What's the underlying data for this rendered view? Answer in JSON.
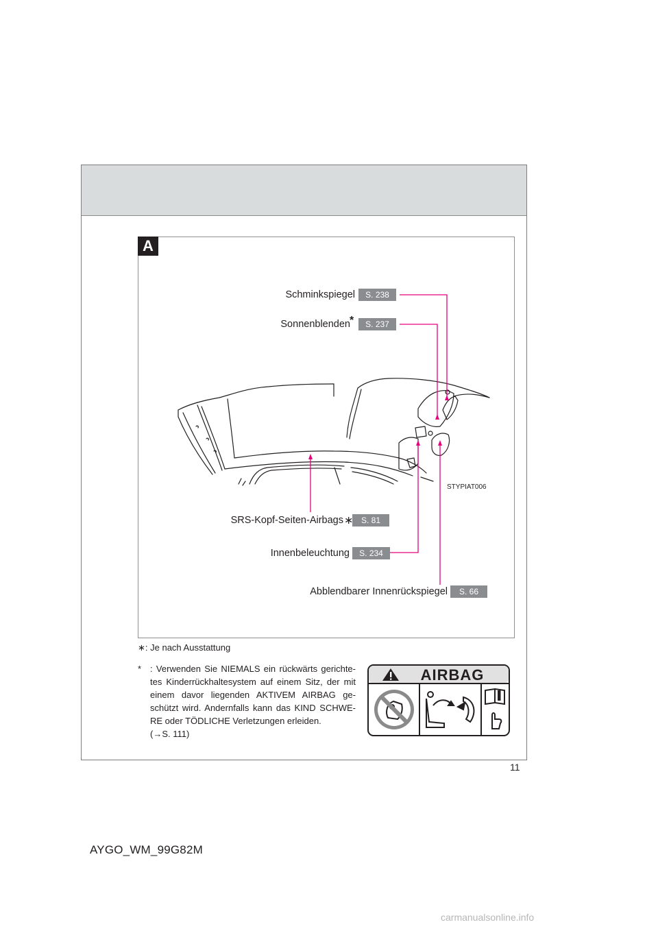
{
  "page": {
    "section_tab": "A",
    "page_number": "11",
    "doc_code": "AYGO_WM_99G82M",
    "watermark": "carmanualsonline.info"
  },
  "figure": {
    "image_code": "STYPIAT006",
    "callouts": [
      {
        "label": "Schminkspiegel",
        "ref": "S. 238",
        "asterisk": false
      },
      {
        "label": "Sonnenblenden",
        "ref": "S. 237",
        "asterisk": true
      },
      {
        "label": "SRS-Kopf-Seiten-Airbags",
        "ref": "S. 81",
        "asterisk": true
      },
      {
        "label": "Innenbeleuchtung",
        "ref": "S. 234",
        "asterisk": false
      },
      {
        "label": "Abblendbarer Innenrückspiegel",
        "ref": "S. 66",
        "asterisk": false
      }
    ],
    "line_color": "#e6007e"
  },
  "footnotes": {
    "equipment_mark": "∗",
    "equipment_note": ": Je nach Ausstattung",
    "warning_mark": "*",
    "warning_note": ": Verwenden Sie NIEMALS ein rückwärts gerichte-tes Kinderrückhaltesystem auf einem Sitz, der mit einem davor liegenden AKTIVEM AIRBAG ge-schützt wird. Andernfalls kann das KIND SCHWE-RE oder TÖDLICHE Verletzungen erleiden.",
    "warning_ref": "(→S. 111)"
  },
  "airbag_label": {
    "title": "AIRBAG",
    "warning_icon": "warning-triangle-icon",
    "icons": [
      "no-rear-facing-seat-icon",
      "airbag-deploy-icon",
      "read-manual-icon"
    ]
  }
}
